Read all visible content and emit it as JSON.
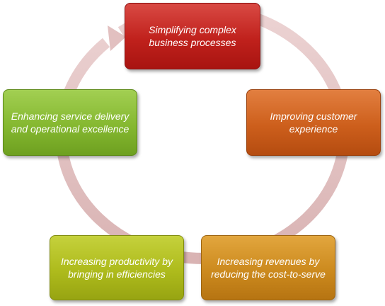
{
  "diagram": {
    "type": "cycle",
    "steps": [
      {
        "id": "simplify",
        "label": "Simplifying complex business processes",
        "color": "#c0211c"
      },
      {
        "id": "customer",
        "label": "Improving customer experience",
        "color": "#cd5f1c"
      },
      {
        "id": "revenues",
        "label": "Increasing revenues by reducing the cost-to-serve",
        "color": "#cc8a1e"
      },
      {
        "id": "productivity",
        "label": "Increasing productivity by bringing in efficiencies",
        "color": "#aebb1c"
      },
      {
        "id": "service",
        "label": "Enhancing service delivery and operational excellence",
        "color": "#85b830"
      }
    ],
    "ring_color": "#e8c4c4",
    "direction": "clockwise"
  }
}
